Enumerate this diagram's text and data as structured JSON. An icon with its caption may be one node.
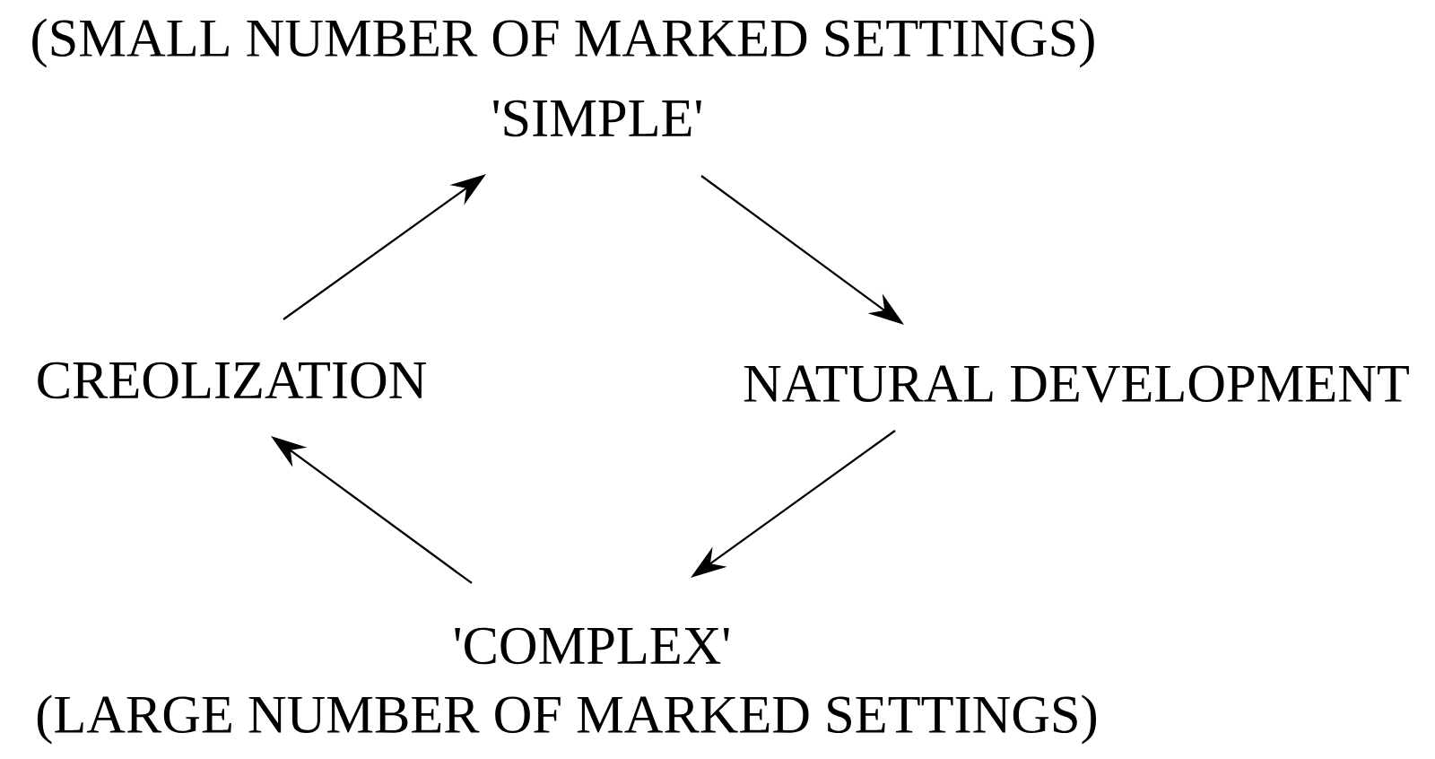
{
  "diagram": {
    "nodes": [
      {
        "text": [
          "'SIMPLE'"
        ],
        "beside": [
          "(SMALL NUMBER OF MARKED SETTINGS)"
        ]
      },
      {
        "text": [
          "NATURAL DEVELOPMENT"
        ]
      },
      {
        "text": [
          "'COMPLEX'"
        ],
        "beside": [
          "(LARGE NUMBER OF MARKED SETTINGS)"
        ]
      },
      {
        "text": [
          "CREOLIZATION"
        ]
      }
    ],
    "edges": [
      {
        "from": 0,
        "to": 1,
        "arrow": "to"
      },
      {
        "from": 1,
        "to": 2,
        "arrow": "to"
      },
      {
        "from": 2,
        "to": 3,
        "arrow": "to"
      },
      {
        "from": 3,
        "to": 0,
        "arrow": "to"
      }
    ]
  }
}
